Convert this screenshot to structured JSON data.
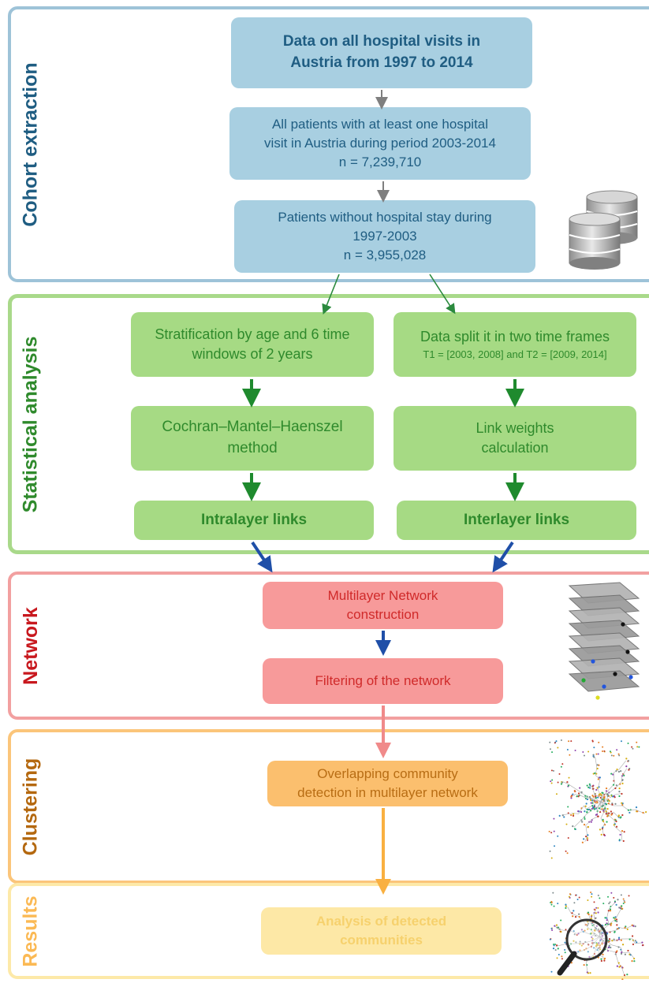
{
  "sections": {
    "cohort": "Cohort extraction",
    "stats": "Statistical analysis",
    "network": "Network",
    "clustering": "Clustering",
    "results": "Results"
  },
  "boxes": {
    "b1": {
      "l1": "Data on all hospital visits in",
      "l2": "Austria from 1997 to 2014"
    },
    "b2": {
      "l1": "All patients with at least one hospital",
      "l2": "visit in Austria during period 2003-2014",
      "l3": "n = 7,239,710"
    },
    "b3": {
      "l1": "Patients without hospital stay during",
      "l2": "1997-2003",
      "l3": "n = 3,955,028"
    },
    "g1": {
      "l1": "Stratification by age and 6 time",
      "l2": "windows of 2 years"
    },
    "g2": {
      "l1": "Data split it in two time frames",
      "l2": "T1 = [2003, 2008] and T2 = [2009, 2014]"
    },
    "g3": {
      "l1": "Cochran–Mantel–Haenszel",
      "l2": "method"
    },
    "g4": {
      "l1": "Link weights",
      "l2": "calculation"
    },
    "g5": "Intralayer links",
    "g6": "Interlayer links",
    "r1": {
      "l1": "Multilayer Network",
      "l2": "construction"
    },
    "r2": "Filtering of the network",
    "o1": {
      "l1": "Overlapping community",
      "l2": "detection in multilayer network"
    },
    "y1": {
      "l1": "Analysis of detected",
      "l2": "communities"
    }
  },
  "colors": {
    "cohort": "#9ec3d8",
    "stats": "#a9d98a",
    "network": "#f2a0a0",
    "clustering": "#fbc57a",
    "results": "#fde9a8"
  },
  "icons": [
    "database-icon",
    "layer-stack-icon",
    "network-graph-icon",
    "magnifier-network-icon"
  ]
}
